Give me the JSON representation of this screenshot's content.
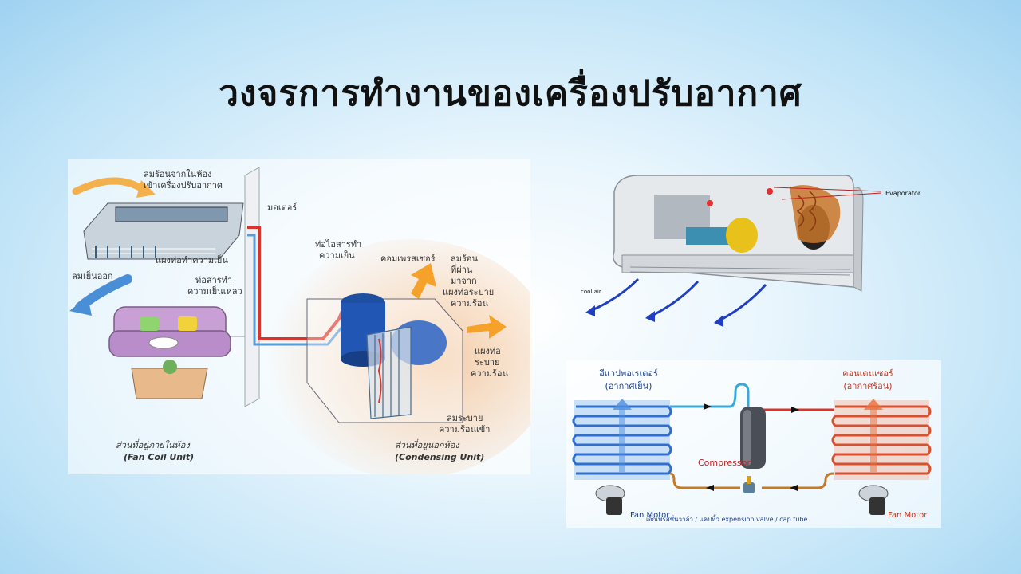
{
  "title": "วงจรการทำงานของเครื่องปรับอากาศ",
  "left_diagram": {
    "hot_air_in": [
      "ลมร้อนจากในห้อง",
      "เข้าเครื่องปรับอากาศ"
    ],
    "motor": "มอเตอร์",
    "refrigerant_line": [
      "ท่อไอสารทำ",
      "ความเย็น"
    ],
    "cooling_coil": "แผงท่อทำความเย็น",
    "cool_air_out": "ลมเย็นออก",
    "liquid_line": [
      "ท่อสารทำ",
      "ความเย็นเหลว"
    ],
    "compressor": "คอมเพรสเซอร์",
    "hot_air_out": [
      "ลมร้อน",
      "ที่ผ่าน",
      "มาจาก",
      "แผงท่อระบาย",
      "ความร้อน"
    ],
    "condenser_coil": [
      "แผงท่อ",
      "ระบาย",
      "ความร้อน"
    ],
    "heat_removal_air": [
      "ลมระบาย",
      "ความร้อนเข้า"
    ],
    "indoor_caption": [
      "ส่วนที่อยู่ภายในห้อง",
      "(Fan Coil Unit)"
    ],
    "outdoor_caption": [
      "ส่วนที่อยู่นอกห้อง",
      "(Condensing Unit)"
    ]
  },
  "unit_diagram": {
    "evaporator_label": "Evaporator",
    "cool_air_label": "cool air"
  },
  "cycle_diagram": {
    "evaporator": [
      "อีแวปพอเรเตอร์",
      "(อากาศเย็น)"
    ],
    "condenser": [
      "คอนเดนเซอร์",
      "(อากาศร้อน)"
    ],
    "compressor": "Compressor",
    "fan_motor_left": "Fan Motor",
    "fan_motor_right": "Fan Motor",
    "valve_caption": "เอ็กเพรสชั่นวาล์ว / แคปทิ้ว expension valve / cap tube"
  },
  "colors": {
    "cold": "#2f6fd0",
    "hot": "#d9502e",
    "arrow": "#f2a227",
    "pipe_red": "#d9332b"
  }
}
